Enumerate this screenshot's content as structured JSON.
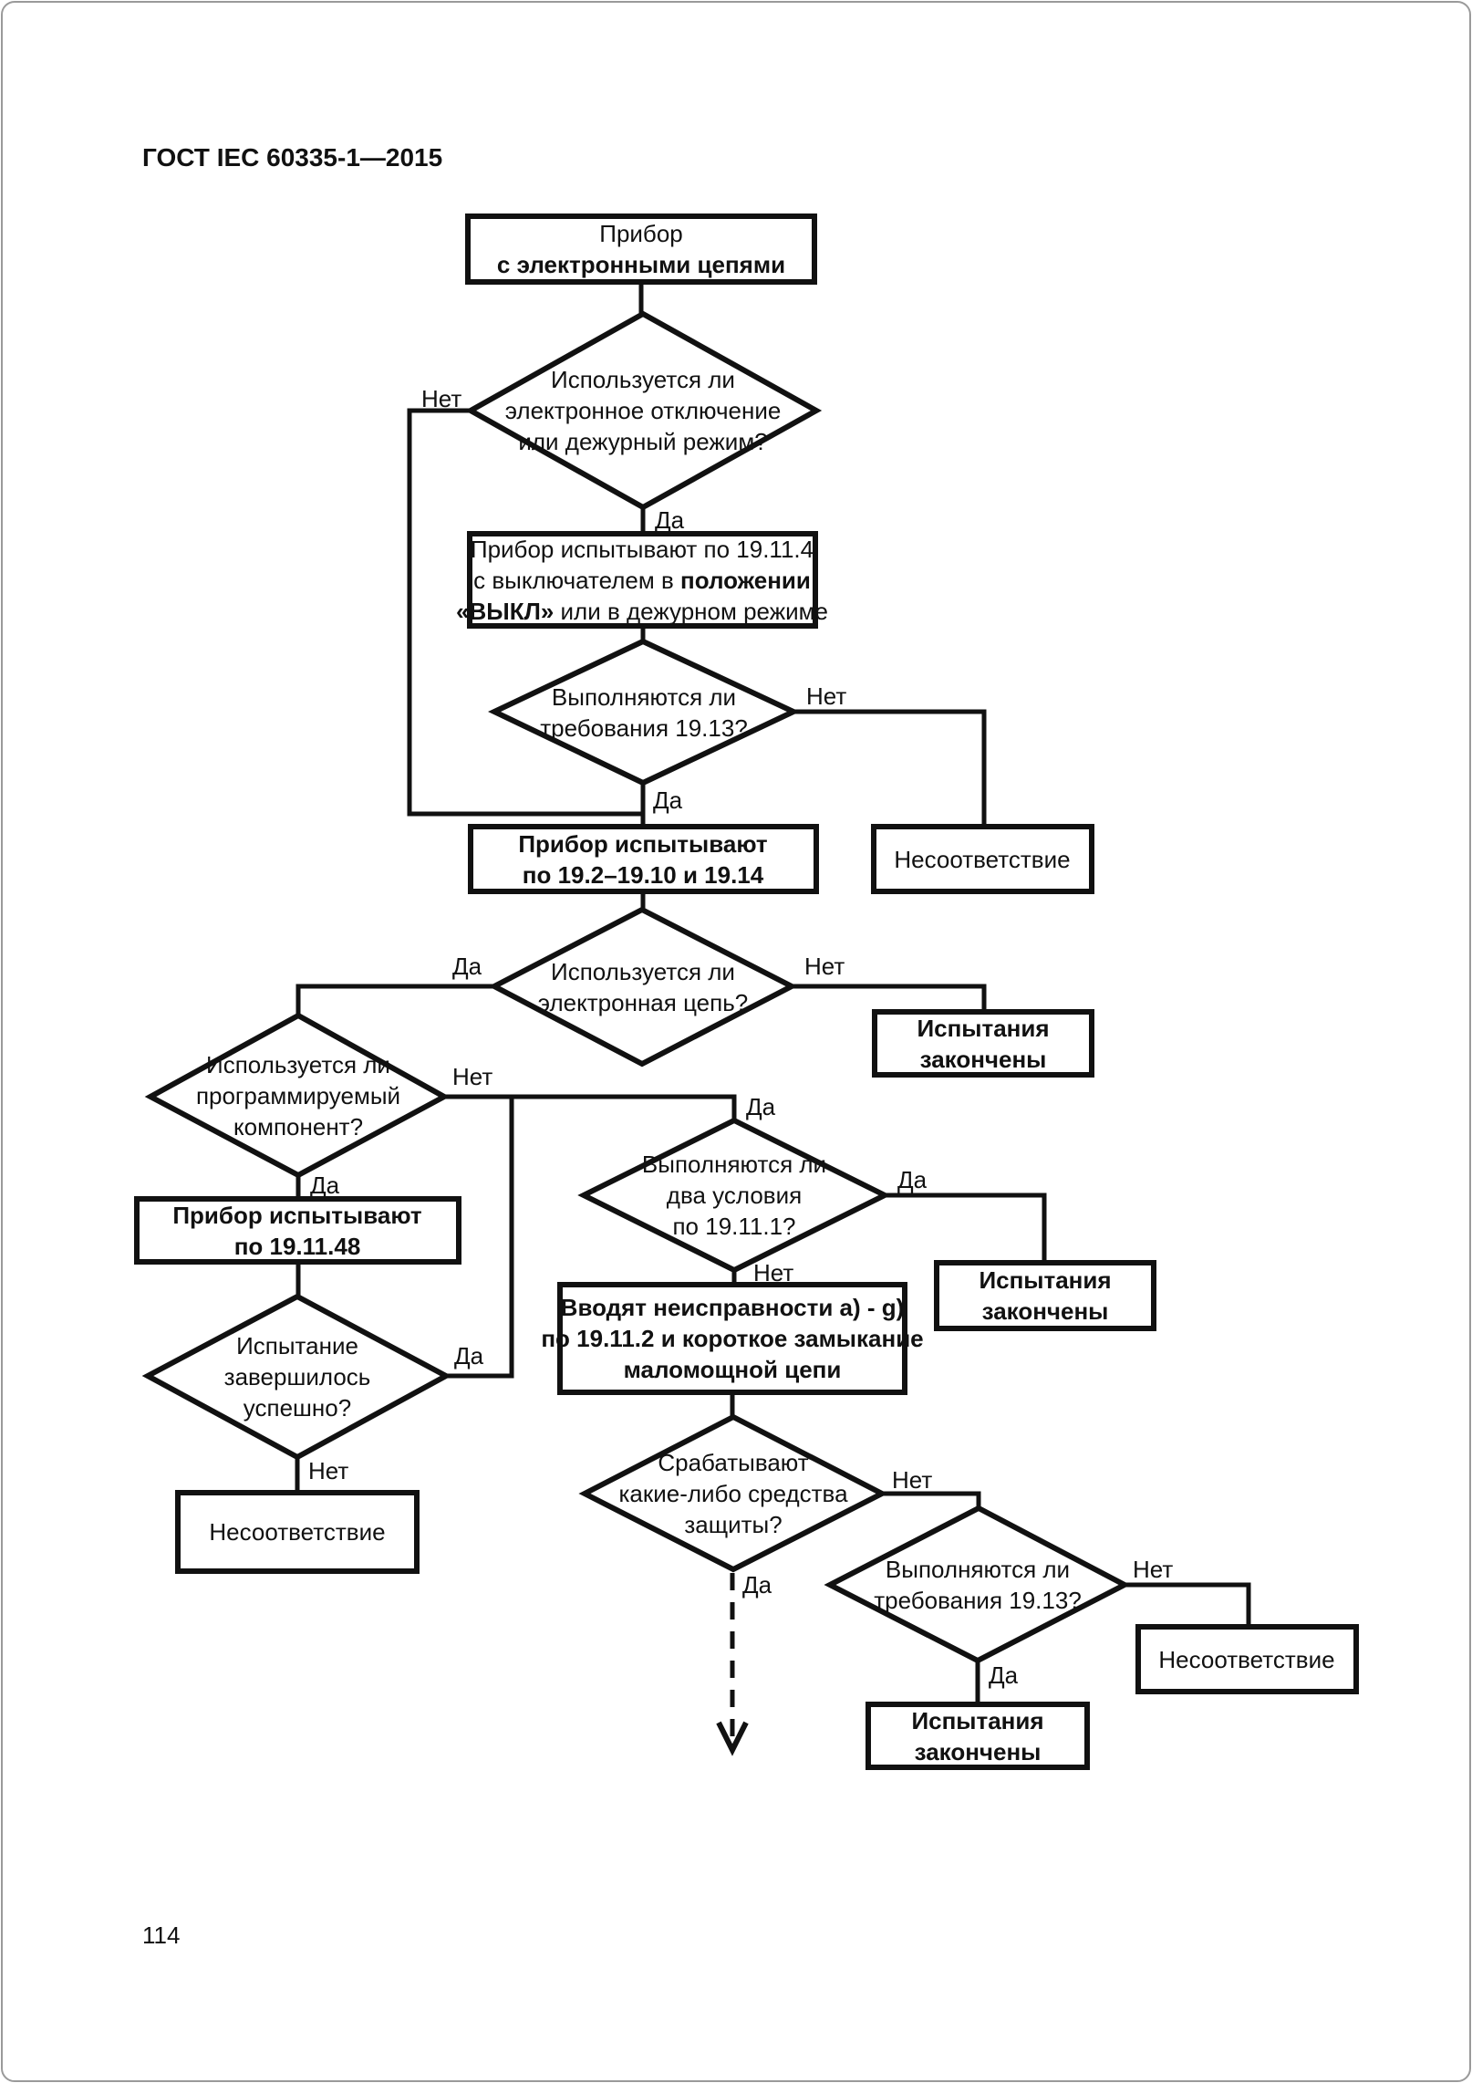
{
  "page": {
    "header": "ГОСТ IEC 60335-1—2015",
    "page_number": "114"
  },
  "labels": {
    "yes": "Да",
    "no": "Нет"
  },
  "colors": {
    "ink": "#111111",
    "paper": "#ffffff"
  },
  "nodes": {
    "start": {
      "line1": "Прибор",
      "line2": "с электронными цепями"
    },
    "d_disconnect": {
      "line1": "Используется ли",
      "line2": "электронное отключение",
      "line3": "или дежурный режим?"
    },
    "test_19_11_4": {
      "line1": "Прибор испытывают по 19.11.4",
      "line2_normal": "с выключателем в",
      "line2_bold": "положении",
      "line3_bold": "«ВЫКЛ»",
      "line3_normal": "или в дежурном режиме"
    },
    "d_req_19_13": {
      "line1": "Выполняются ли",
      "line2": "требования 19.13?"
    },
    "noncompliance_1": {
      "line1": "Несоответствие"
    },
    "test_19_2": {
      "line1": "Прибор испытывают",
      "line2": "по 19.2–19.10 и 19.14"
    },
    "d_circuit": {
      "line1": "Используется ли",
      "line2": "электронная цепь?"
    },
    "done_1": {
      "line1": "Испытания",
      "line2": "закончены"
    },
    "d_programmable": {
      "line1": "Используется ли",
      "line2": "программируемый",
      "line3": "компонент?"
    },
    "test_19_11_48": {
      "line1": "Прибор испытывают",
      "line2": "по 19.11.48"
    },
    "d_success": {
      "line1": "Испытание",
      "line2": "завершилось",
      "line3": "успешно?"
    },
    "noncompliance_2": {
      "line1": "Несоответствие"
    },
    "d_two_conditions": {
      "line1": "Выполняются ли",
      "line2": "два условия",
      "line3": "по 19.11.1?"
    },
    "done_2": {
      "line1": "Испытания",
      "line2": "закончены"
    },
    "faults": {
      "line1": "Вводят неисправности a) - g)",
      "line2": "по 19.11.2 и короткое замыкание",
      "line3": "маломощной цепи"
    },
    "d_protection": {
      "line1": "Срабатывают",
      "line2": "какие-либо средства",
      "line3": "защиты?"
    },
    "d_req_19_13_b": {
      "line1": "Выполняются ли",
      "line2": "требования 19.13?"
    },
    "noncompliance_3": {
      "line1": "Несоответствие"
    },
    "done_3": {
      "line1": "Испытания",
      "line2": "закончены"
    }
  }
}
